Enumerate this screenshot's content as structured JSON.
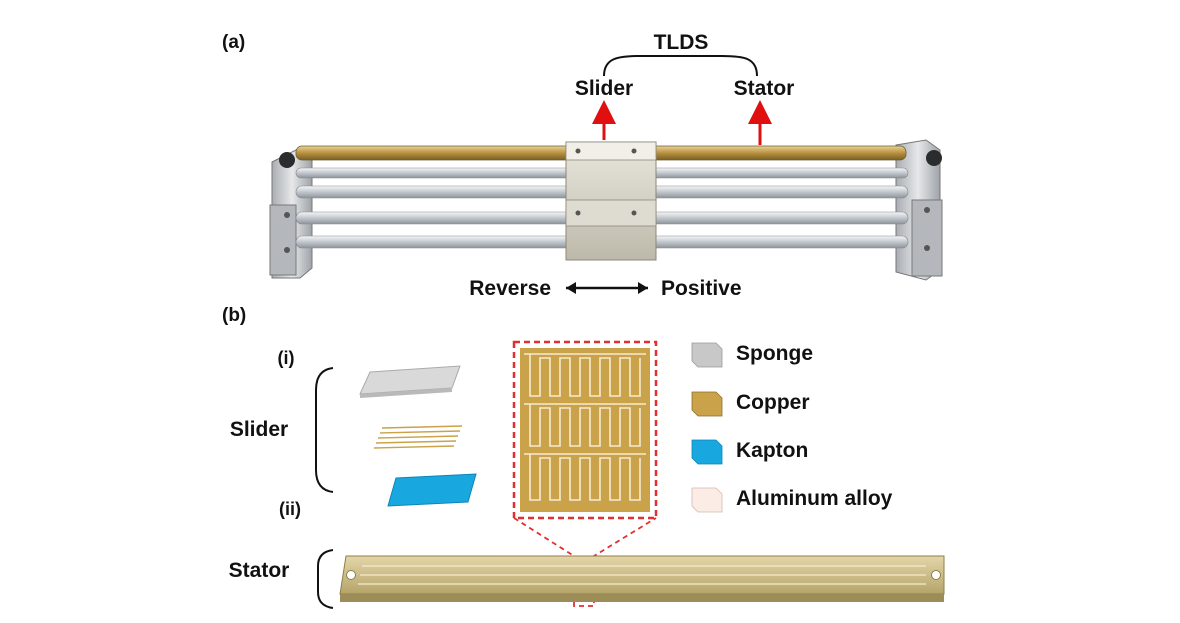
{
  "panel_a": {
    "label": "(a)",
    "tlds_label": "TLDS",
    "slider_label": "Slider",
    "stator_label": "Stator",
    "reverse_label": "Reverse",
    "positive_label": "Positive",
    "reverse_color": "#1f2fa8",
    "positive_color": "#e01010"
  },
  "panel_b": {
    "label": "(b)",
    "sub_i": "(i)",
    "sub_ii": "(ii)",
    "slider_label": "Slider",
    "stator_label": "Stator",
    "legend": [
      {
        "label": "Sponge",
        "color": "#c8c8c8"
      },
      {
        "label": "Copper",
        "color": "#c9a24a"
      },
      {
        "label": "Kapton",
        "color": "#19a7e0"
      },
      {
        "label": "Aluminum alloy",
        "color": "#fbece6"
      }
    ]
  }
}
